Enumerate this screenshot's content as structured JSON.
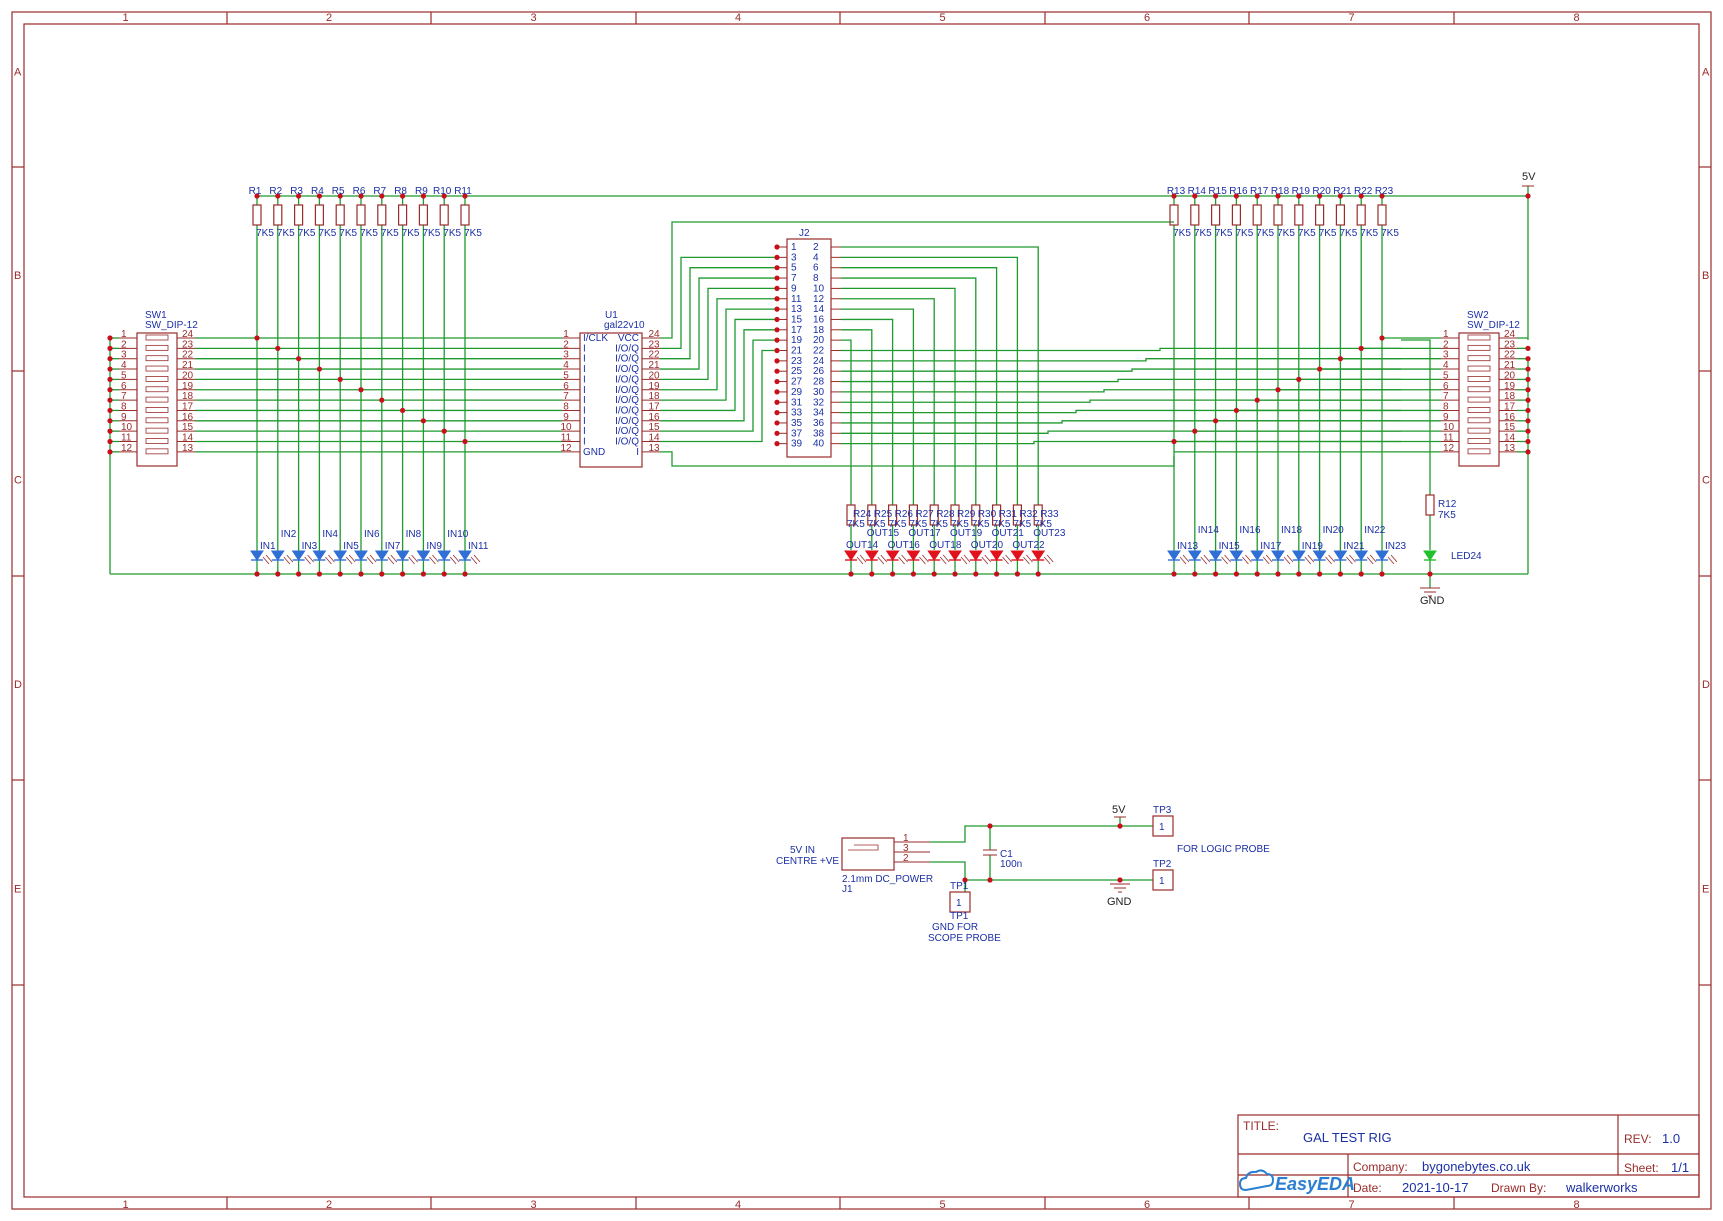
{
  "title_block": {
    "title_label": "TITLE:",
    "title": "GAL TEST RIG",
    "rev_label": "REV:",
    "rev": "1.0",
    "company_label": "Company:",
    "company": "bygonebytes.co.uk",
    "sheet_label": "Sheet:",
    "sheet": "1/1",
    "date_label": "Date:",
    "date": "2021-10-17",
    "drawn_label": "Drawn By:",
    "drawn_by": "walkerworks",
    "logo": "EasyEDA"
  },
  "zones": {
    "columns": [
      "1",
      "2",
      "3",
      "4",
      "5",
      "6",
      "7",
      "8"
    ],
    "rows": [
      "A",
      "B",
      "C",
      "D",
      "E"
    ]
  },
  "nets": {
    "vcc": "5V",
    "gnd": "GND"
  },
  "u1": {
    "ref": "U1",
    "value": "gal22v10",
    "left_pins": [
      {
        "num": "1",
        "name": "I/CLK"
      },
      {
        "num": "2",
        "name": "I"
      },
      {
        "num": "3",
        "name": "I"
      },
      {
        "num": "4",
        "name": "I"
      },
      {
        "num": "5",
        "name": "I"
      },
      {
        "num": "6",
        "name": "I"
      },
      {
        "num": "7",
        "name": "I"
      },
      {
        "num": "8",
        "name": "I"
      },
      {
        "num": "9",
        "name": "I"
      },
      {
        "num": "10",
        "name": "I"
      },
      {
        "num": "11",
        "name": "I"
      },
      {
        "num": "12",
        "name": "GND"
      }
    ],
    "right_pins": [
      {
        "num": "24",
        "name": "VCC"
      },
      {
        "num": "23",
        "name": "I/O/Q"
      },
      {
        "num": "22",
        "name": "I/O/Q"
      },
      {
        "num": "21",
        "name": "I/O/Q"
      },
      {
        "num": "20",
        "name": "I/O/Q"
      },
      {
        "num": "19",
        "name": "I/O/Q"
      },
      {
        "num": "18",
        "name": "I/O/Q"
      },
      {
        "num": "17",
        "name": "I/O/Q"
      },
      {
        "num": "16",
        "name": "I/O/Q"
      },
      {
        "num": "15",
        "name": "I/O/Q"
      },
      {
        "num": "14",
        "name": "I/O/Q"
      },
      {
        "num": "13",
        "name": "I"
      }
    ]
  },
  "j2": {
    "ref": "J2",
    "rows": [
      [
        "1",
        "2"
      ],
      [
        "3",
        "4"
      ],
      [
        "5",
        "6"
      ],
      [
        "7",
        "8"
      ],
      [
        "9",
        "10"
      ],
      [
        "11",
        "12"
      ],
      [
        "13",
        "14"
      ],
      [
        "15",
        "16"
      ],
      [
        "17",
        "18"
      ],
      [
        "19",
        "20"
      ],
      [
        "21",
        "22"
      ],
      [
        "23",
        "24"
      ],
      [
        "25",
        "26"
      ],
      [
        "27",
        "28"
      ],
      [
        "29",
        "30"
      ],
      [
        "31",
        "32"
      ],
      [
        "33",
        "34"
      ],
      [
        "35",
        "36"
      ],
      [
        "37",
        "38"
      ],
      [
        "39",
        "40"
      ]
    ]
  },
  "sw1": {
    "ref": "SW1",
    "value": "SW_DIP-12",
    "left_pins": [
      "1",
      "2",
      "3",
      "4",
      "5",
      "6",
      "7",
      "8",
      "9",
      "10",
      "11",
      "12"
    ],
    "right_pins": [
      "24",
      "23",
      "22",
      "21",
      "20",
      "19",
      "18",
      "17",
      "16",
      "15",
      "14",
      "13"
    ]
  },
  "sw2": {
    "ref": "SW2",
    "value": "SW_DIP-12",
    "left_pins": [
      "1",
      "2",
      "3",
      "4",
      "5",
      "6",
      "7",
      "8",
      "9",
      "10",
      "11",
      "12"
    ],
    "right_pins": [
      "24",
      "23",
      "22",
      "21",
      "20",
      "19",
      "18",
      "17",
      "16",
      "15",
      "14",
      "13"
    ]
  },
  "resistors_left": {
    "refs": [
      "R1",
      "R2",
      "R3",
      "R4",
      "R5",
      "R6",
      "R7",
      "R8",
      "R9",
      "R10",
      "R11"
    ],
    "value": "7K5"
  },
  "resistors_right": {
    "refs": [
      "R13",
      "R14",
      "R15",
      "R16",
      "R17",
      "R18",
      "R19",
      "R20",
      "R21",
      "R22",
      "R23"
    ],
    "value": "7K5"
  },
  "resistors_out": {
    "refs": [
      "R24",
      "R25",
      "R26",
      "R27",
      "R28",
      "R29",
      "R30",
      "R31",
      "R32",
      "R33"
    ],
    "value": "7K5"
  },
  "leds_left": {
    "labels": [
      "IN1",
      "IN2",
      "IN3",
      "IN4",
      "IN5",
      "IN6",
      "IN7",
      "IN8",
      "IN9",
      "IN10",
      "IN11"
    ],
    "color": "#2f6fd6"
  },
  "leds_right": {
    "labels": [
      "IN13",
      "IN14",
      "IN15",
      "IN16",
      "IN17",
      "IN18",
      "IN19",
      "IN20",
      "IN21",
      "IN22",
      "IN23"
    ],
    "color": "#2f6fd6"
  },
  "leds_out": {
    "labels": [
      "OUT14",
      "OUT15",
      "OUT16",
      "OUT17",
      "OUT18",
      "OUT19",
      "OUT20",
      "OUT21",
      "OUT22",
      "OUT23"
    ],
    "color": "#e0121c"
  },
  "r12": {
    "ref": "R12",
    "value": "7K5"
  },
  "led24": {
    "ref": "LED24",
    "color": "#22c02a"
  },
  "power": {
    "j1_ref": "J1",
    "j1_value": "2.1mm DC_POWER",
    "j1_pins": [
      "1",
      "3",
      "2"
    ],
    "in_label_1": "5V IN",
    "in_label_2": "CENTRE +VE",
    "c1_ref": "C1",
    "c1_value": "100n",
    "tp1": "TP1",
    "tp2": "TP2",
    "tp3": "TP3",
    "tp_pin": "1",
    "tp1_note_1": "GND FOR",
    "tp1_note_2": "SCOPE PROBE",
    "logic_note": "FOR LOGIC PROBE"
  },
  "colors": {
    "wire": "#1e9a2e",
    "part": "#9a2b2b",
    "label": "#1b2fa6",
    "junction": "#c8101a"
  }
}
